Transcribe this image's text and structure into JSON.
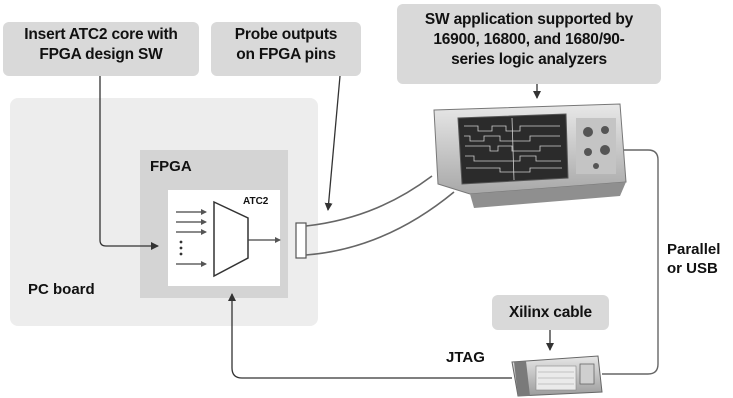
{
  "callouts": {
    "insert_core": [
      "Insert ATC2 core with",
      "FPGA design SW"
    ],
    "probe_outputs": [
      "Probe outputs",
      "on FPGA pins"
    ],
    "sw_application": [
      "SW application supported by",
      "16900, 16800, and 1680/90-",
      "series logic analyzers"
    ],
    "xilinx_cable": "Xilinx cable"
  },
  "labels": {
    "fpga": "FPGA",
    "atc2": "ATC2",
    "pc_board": "PC board",
    "parallel_usb": [
      "Parallel",
      "or USB"
    ],
    "jtag": "JTAG"
  },
  "colors": {
    "callout_bg": "#d9d9d9",
    "pc_board_bg": "#ededed",
    "fpga_bg": "#d4d4d4",
    "line": "#555555"
  }
}
